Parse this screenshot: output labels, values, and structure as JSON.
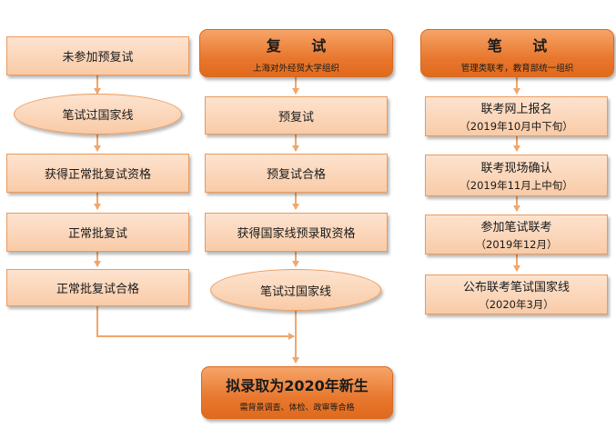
{
  "left": {
    "n1": "未参加预复试",
    "n2": "笔试过国家线",
    "n3": "获得正常批复试资格",
    "n4": "正常批复试",
    "n5": "正常批复试合格"
  },
  "middle": {
    "header_title": "复 试",
    "header_sub": "上海对外经贸大学组织",
    "n1": "预复试",
    "n2": "预复试合格",
    "n3": "获得国家线预录取资格",
    "n4": "笔试过国家线"
  },
  "right": {
    "header_title": "笔 试",
    "header_sub": "管理类联考，教育部统一组织",
    "n1_line1": "联考网上报名",
    "n1_line2": "（2019年10月中下旬）",
    "n2_line1": "联考现场确认",
    "n2_line2": "（2019年11月上中旬）",
    "n3_line1": "参加笔试联考",
    "n3_line2": "（2019年12月）",
    "n4_line1": "公布联考笔试国家线",
    "n4_line2": "（2020年3月）"
  },
  "final": {
    "title": "拟录取为2020年新生",
    "sub": "需背景调查、体检、政审等合格"
  },
  "colors": {
    "box_fill": "#f9cba7",
    "box_border": "#ec9a5c",
    "header_fill": "#e8782e",
    "arrow": "#f0a76c"
  }
}
